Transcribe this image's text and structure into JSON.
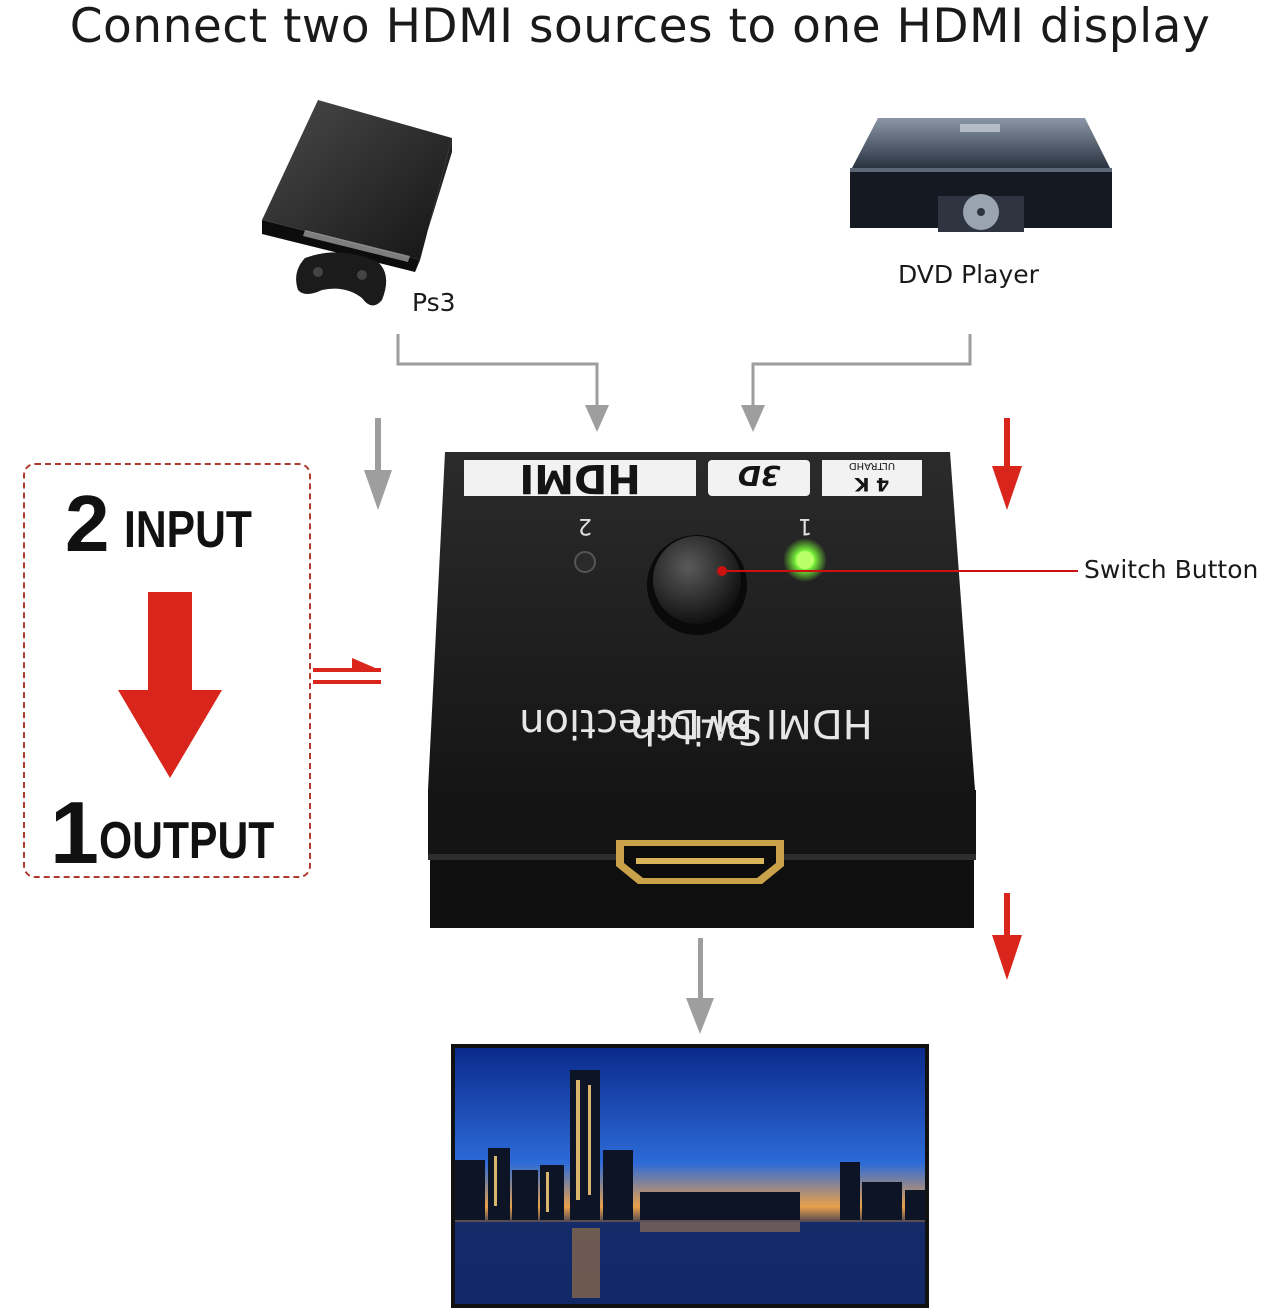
{
  "title": "Connect two HDMI sources to one HDMI display",
  "sources": [
    {
      "label": "Ps3",
      "icon": "game-console-icon"
    },
    {
      "label": "DVD Player",
      "icon": "dvd-player-icon"
    }
  ],
  "io_box": {
    "input_number": "2",
    "input_word": "INPUT",
    "output_number": "1",
    "output_word": "OUTPUT"
  },
  "switch_device": {
    "logo": "HDMI",
    "logo_3d": "3D",
    "badge_top": "4 K",
    "badge_bottom": "ULTRAHD",
    "port_1": "1",
    "port_2": "2",
    "name_line1": "HDMI Bi-Direction",
    "name_line2": "Switch",
    "button_callout": "Switch Button"
  },
  "display": {
    "icon": "tv-display-icon"
  },
  "colors": {
    "arrow_gray": "#9e9e9e",
    "arrow_red": "#d9251c",
    "callout_line": "#cc1111",
    "led_green": "#7dff3a",
    "device_body": "#1e1e1e"
  }
}
